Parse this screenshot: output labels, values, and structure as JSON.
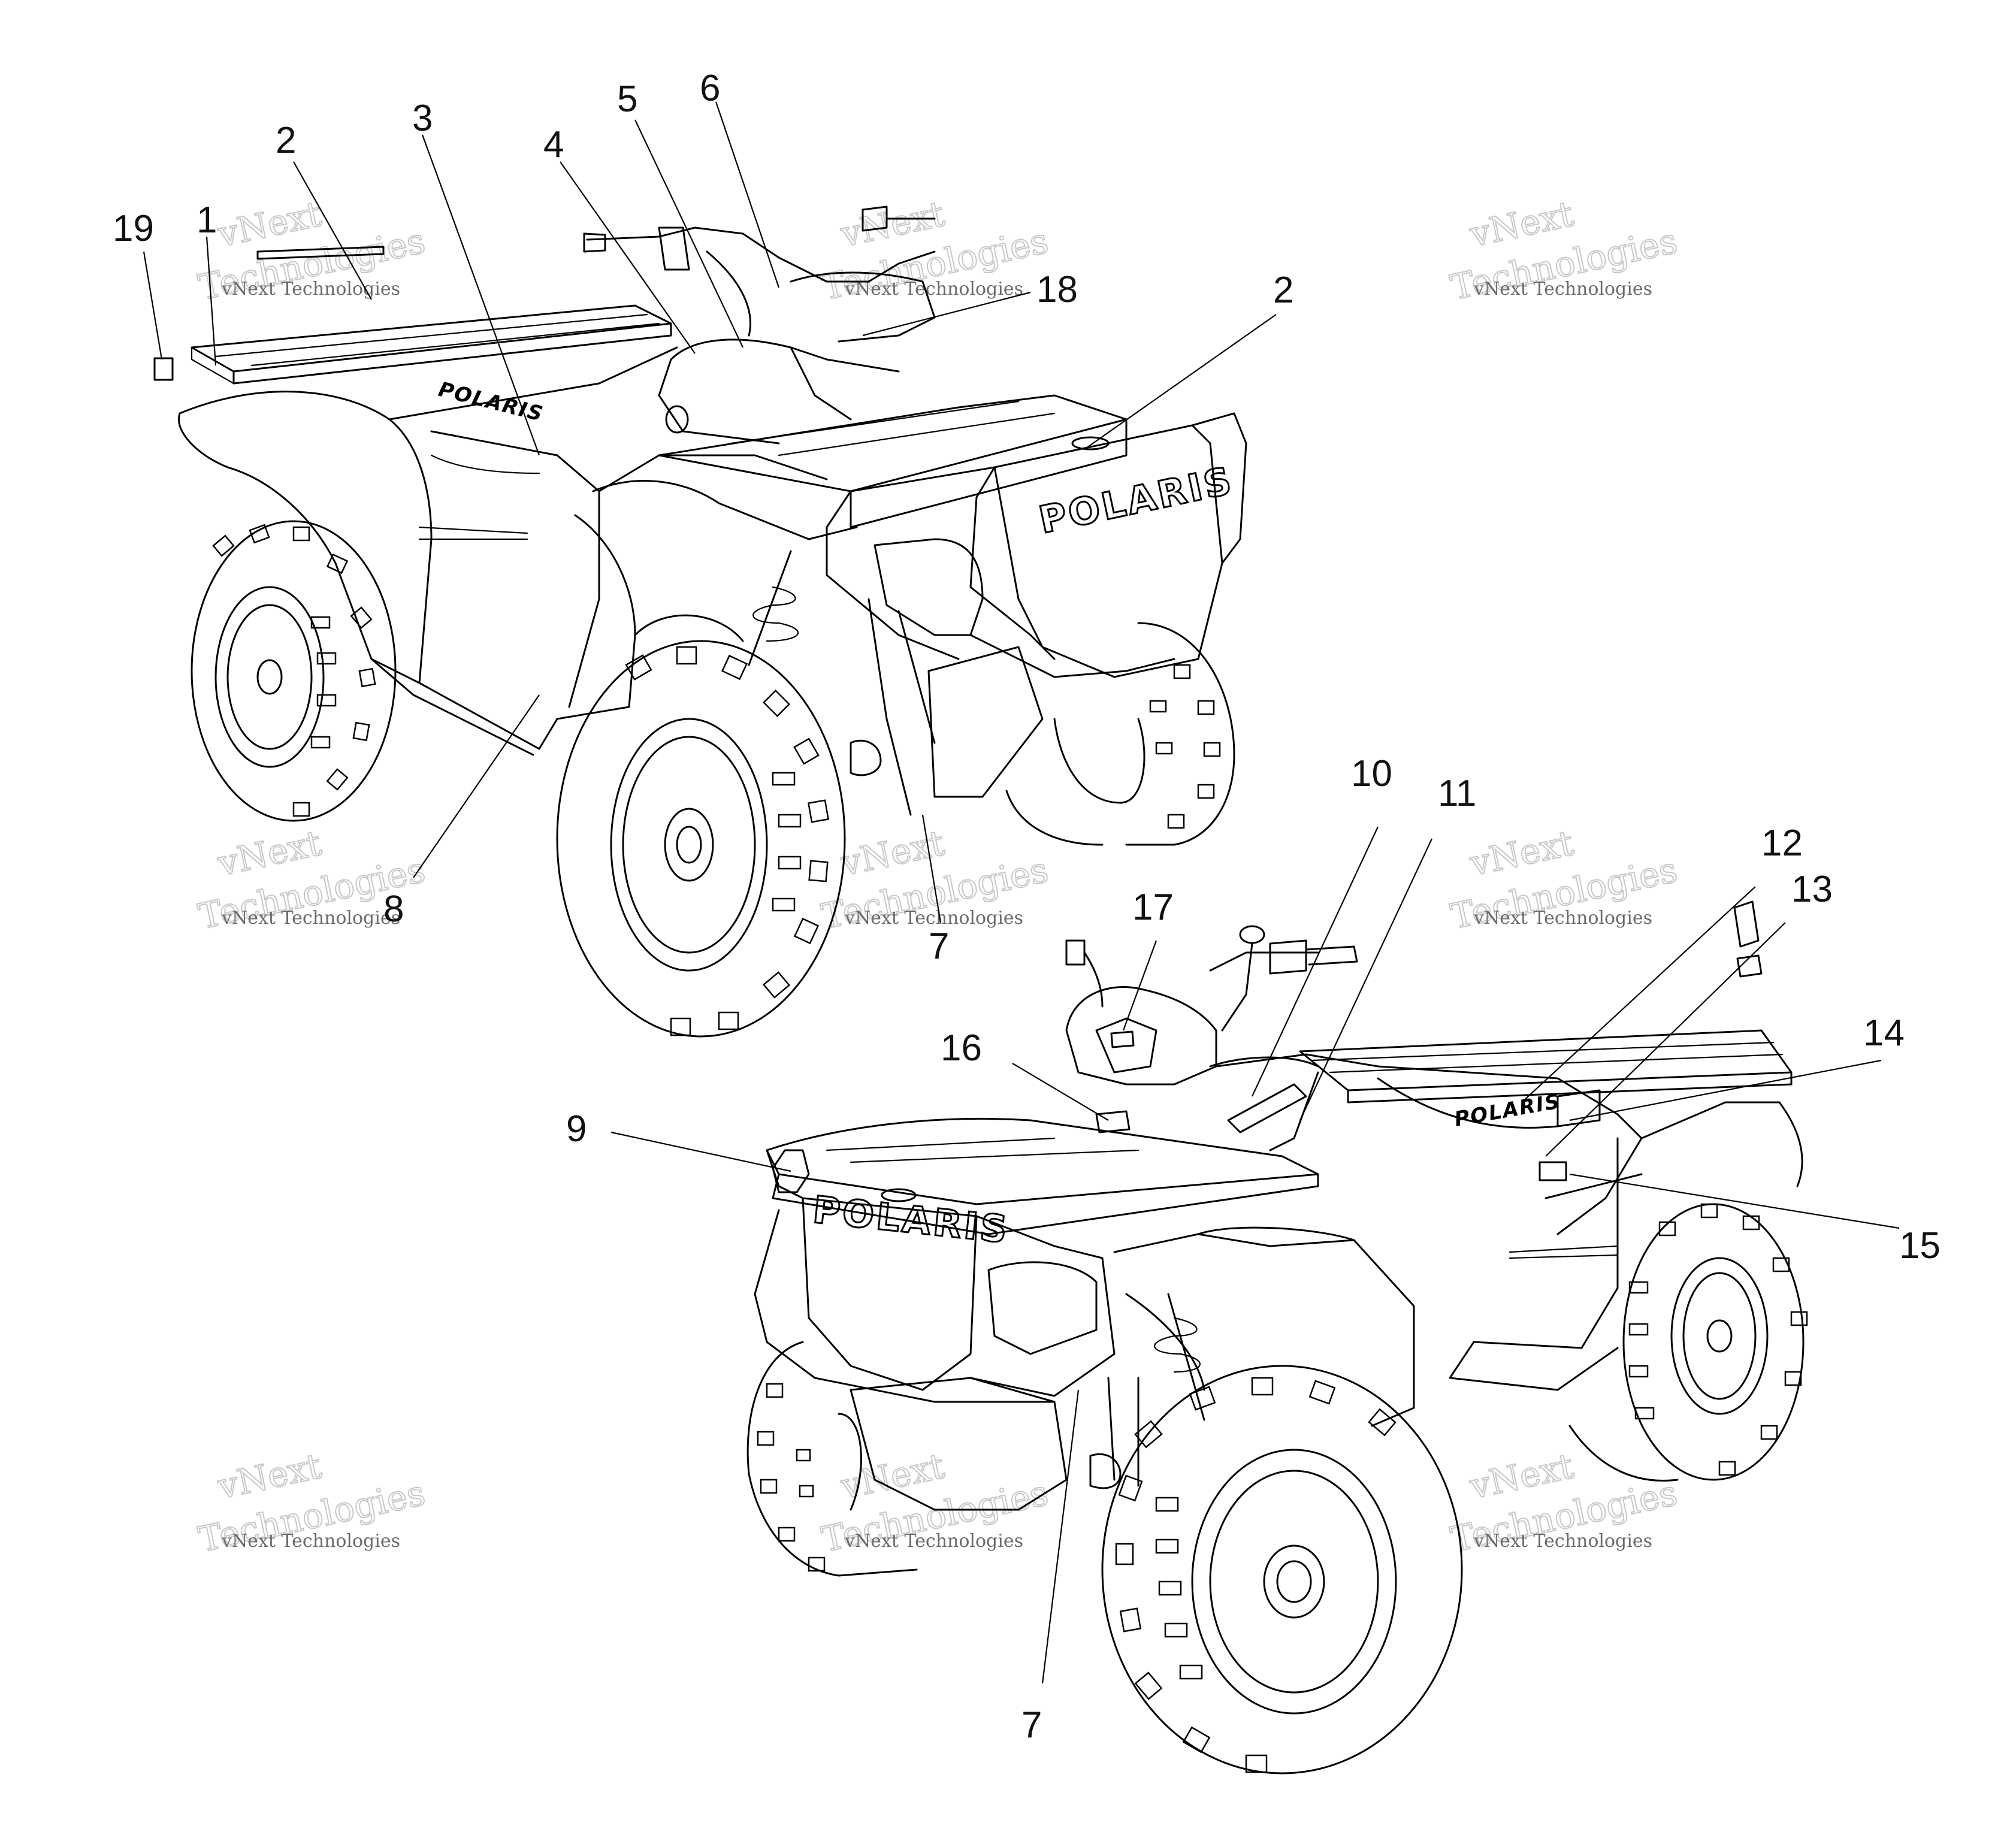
{
  "diagram": {
    "callouts": [
      {
        "id": "c19",
        "label": "19"
      },
      {
        "id": "c1",
        "label": "1"
      },
      {
        "id": "c2a",
        "label": "2"
      },
      {
        "id": "c3",
        "label": "3"
      },
      {
        "id": "c4",
        "label": "4"
      },
      {
        "id": "c5",
        "label": "5"
      },
      {
        "id": "c6",
        "label": "6"
      },
      {
        "id": "c18",
        "label": "18"
      },
      {
        "id": "c2b",
        "label": "2"
      },
      {
        "id": "c8",
        "label": "8"
      },
      {
        "id": "c7a",
        "label": "7"
      },
      {
        "id": "c10",
        "label": "10"
      },
      {
        "id": "c11",
        "label": "11"
      },
      {
        "id": "c12",
        "label": "12"
      },
      {
        "id": "c13",
        "label": "13"
      },
      {
        "id": "c17",
        "label": "17"
      },
      {
        "id": "c14",
        "label": "14"
      },
      {
        "id": "c16",
        "label": "16"
      },
      {
        "id": "c9",
        "label": "9"
      },
      {
        "id": "c15",
        "label": "15"
      },
      {
        "id": "c7b",
        "label": "7"
      }
    ],
    "brand_text": "POLARIS",
    "watermark": {
      "line1": "vNext Technologies",
      "line2": "vNext",
      "line3": "Technologies"
    }
  }
}
